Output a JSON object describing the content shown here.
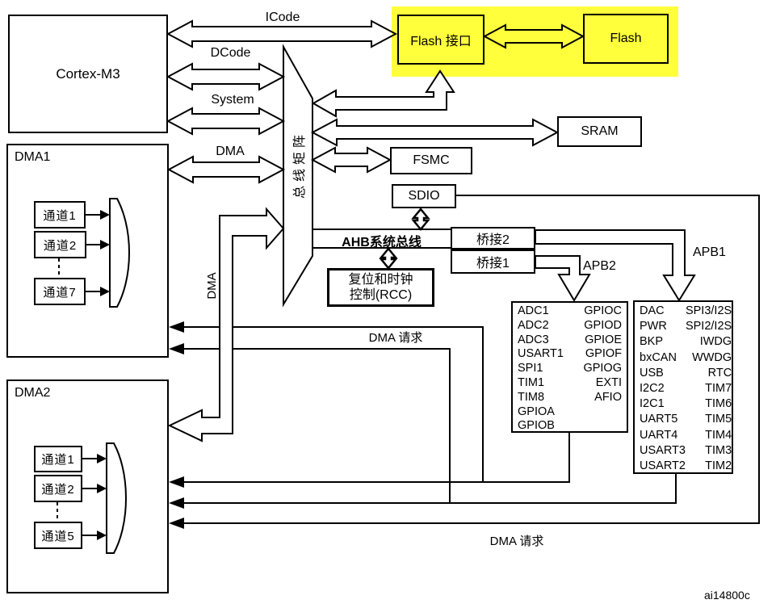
{
  "colors": {
    "highlight": "#FFFF3C",
    "line": "#000000"
  },
  "watermark": "ai14800c",
  "cortex": {
    "label": "Cortex-M3"
  },
  "buses": {
    "icode": "ICode",
    "dcode": "DCode",
    "system": "System",
    "dma": "DMA",
    "dma_vertical": "DMA",
    "bus_matrix": "总线矩阵",
    "ahb": "AHB系统总线",
    "apb2": "APB2",
    "apb1": "APB1"
  },
  "memories": {
    "flash_interface": "Flash 接口",
    "flash": "Flash",
    "sram": "SRAM",
    "fsmc": "FSMC",
    "sdio": "SDIO"
  },
  "bridges": {
    "bridge2": "桥接2",
    "bridge1": "桥接1"
  },
  "rcc": {
    "line1": "复位和时钟",
    "line2": "控制(RCC)"
  },
  "dma1": {
    "title": "DMA1",
    "channels": [
      "通道1",
      "通道2",
      "通道7"
    ]
  },
  "dma2": {
    "title": "DMA2",
    "channels": [
      "通道1",
      "通道2",
      "通道5"
    ]
  },
  "dma_requests": {
    "upper": "DMA 请求",
    "lower": "DMA 请求"
  },
  "apb2_peripherals": {
    "left": [
      "ADC1",
      "ADC2",
      "ADC3",
      "USART1",
      "SPI1",
      "TIM1",
      "TIM8",
      "GPIOA",
      "GPIOB"
    ],
    "right": [
      "GPIOC",
      "GPIOD",
      "GPIOE",
      "GPIOF",
      "GPIOG",
      "EXTI",
      "AFIO"
    ]
  },
  "apb1_peripherals": {
    "left": [
      "DAC",
      "PWR",
      "BKP",
      "bxCAN",
      "USB",
      "I2C2",
      "I2C1",
      "UART5",
      "UART4",
      "USART3",
      "USART2"
    ],
    "right": [
      "SPI3/I2S",
      "SPI2/I2S",
      "IWDG",
      "WWDG",
      "RTC",
      "TIM7",
      "TIM6",
      "TIM5",
      "TIM4",
      "TIM3",
      "TIM2"
    ]
  }
}
